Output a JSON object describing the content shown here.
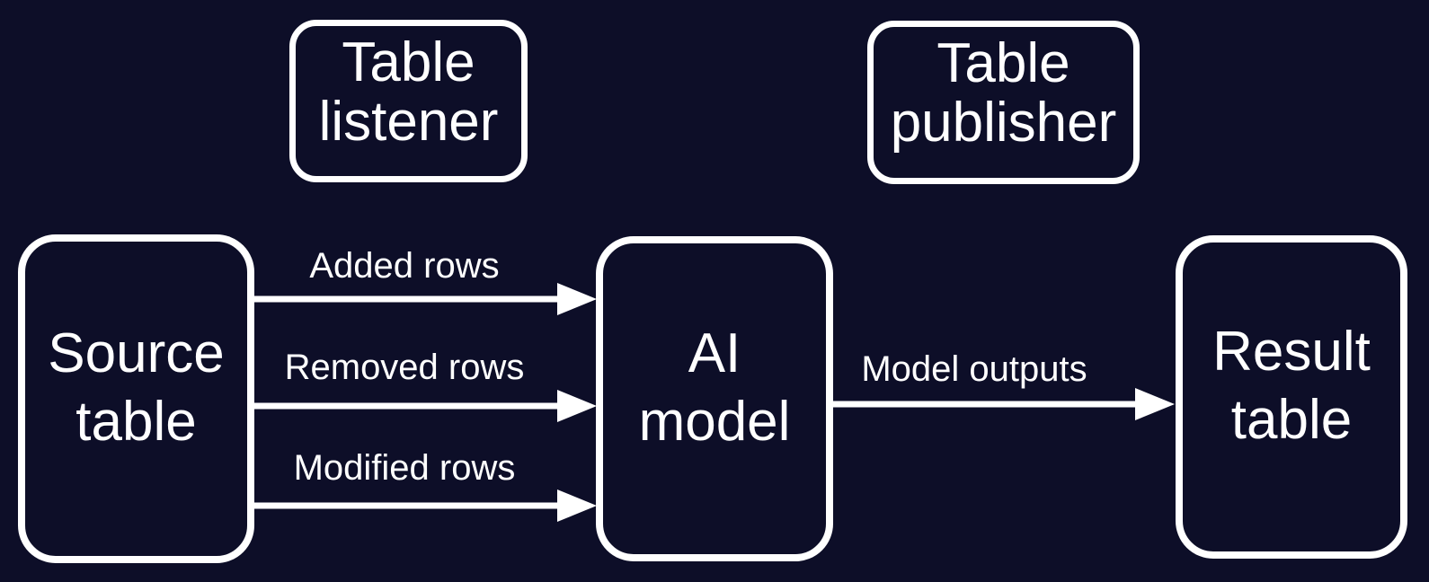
{
  "colors": {
    "background": "#0d0e28",
    "stroke": "#ffffff",
    "text": "#ffffff"
  },
  "nodes": {
    "table_listener": {
      "line1": "Table",
      "line2": "listener"
    },
    "table_publisher": {
      "line1": "Table",
      "line2": "publisher"
    },
    "source_table": {
      "line1": "Source",
      "line2": "table"
    },
    "ai_model": {
      "line1": "AI",
      "line2": "model"
    },
    "result_table": {
      "line1": "Result",
      "line2": "table"
    }
  },
  "edges": {
    "added_rows": {
      "label": "Added rows",
      "from": "source_table",
      "to": "ai_model"
    },
    "removed_rows": {
      "label": "Removed rows",
      "from": "source_table",
      "to": "ai_model"
    },
    "modified_rows": {
      "label": "Modified rows",
      "from": "source_table",
      "to": "ai_model"
    },
    "model_outputs": {
      "label": "Model outputs",
      "from": "ai_model",
      "to": "result_table"
    }
  }
}
